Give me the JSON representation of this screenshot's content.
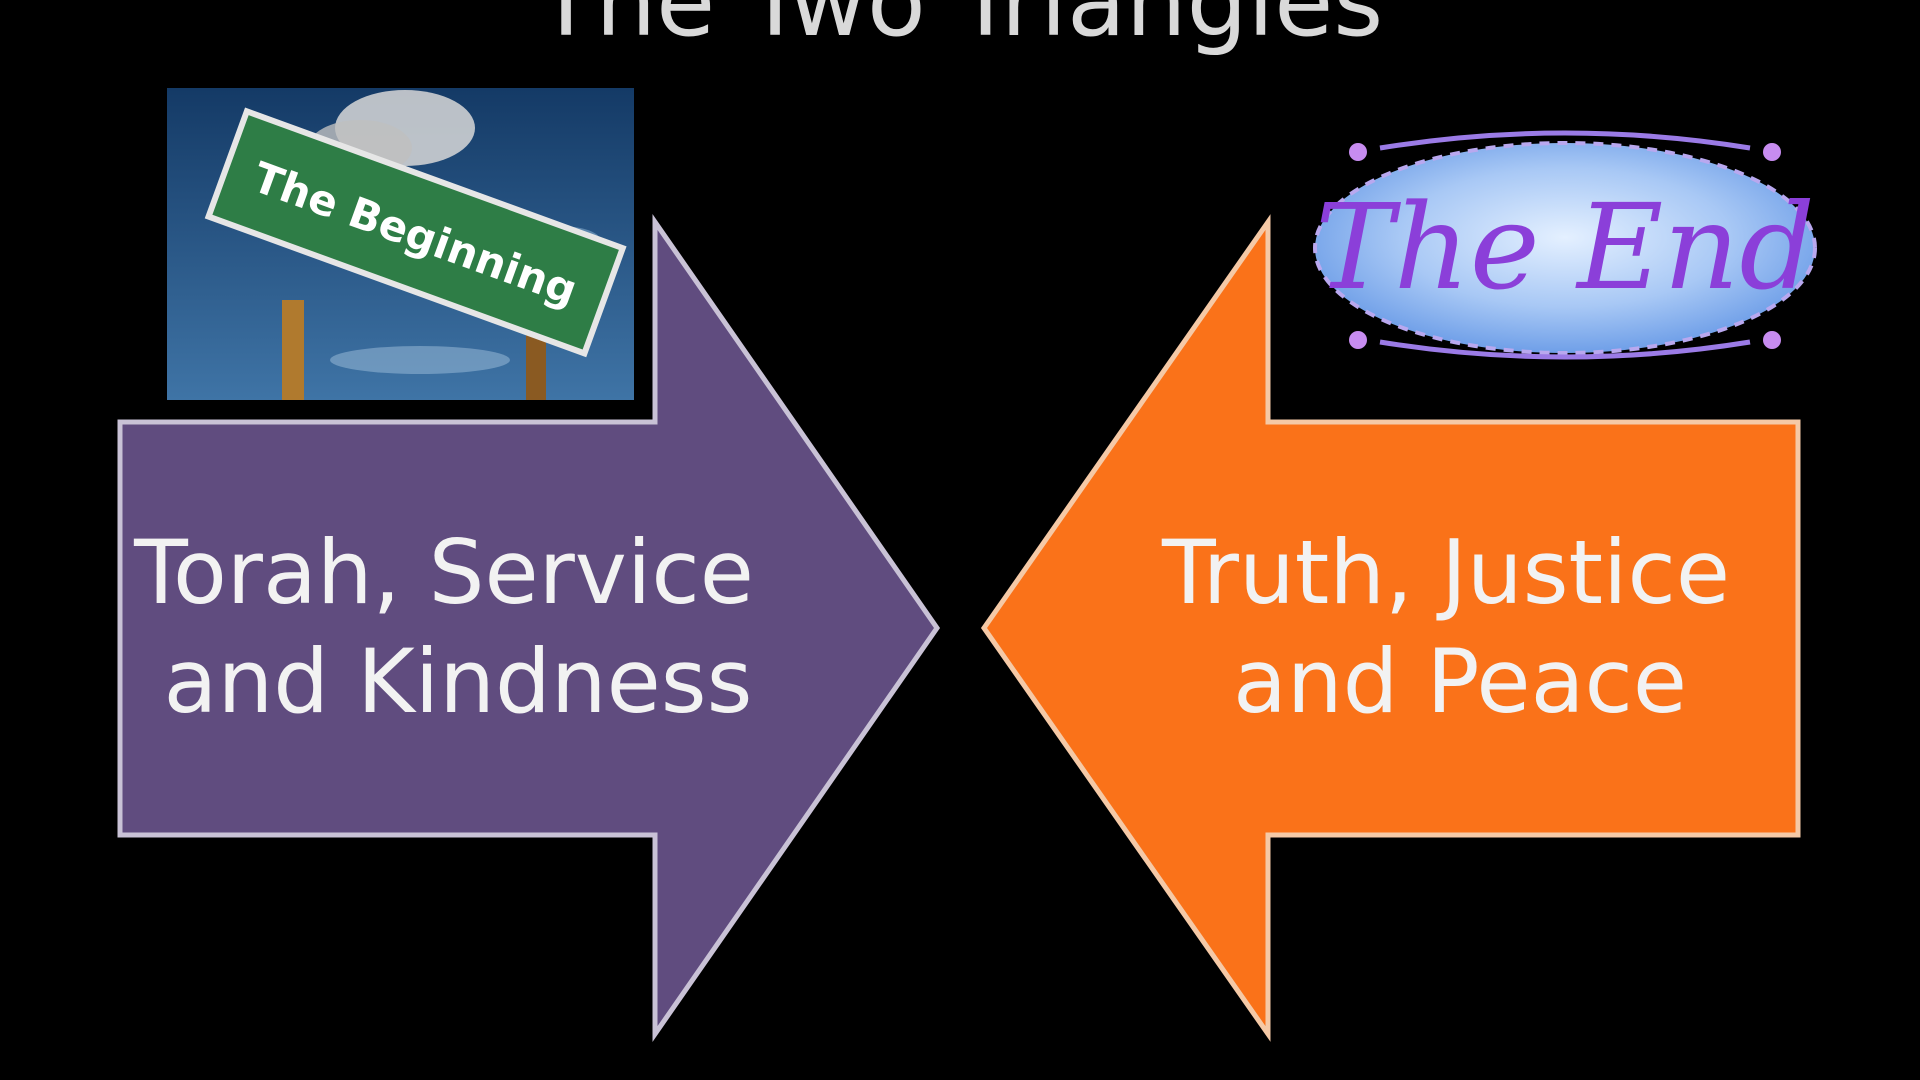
{
  "slide": {
    "title": "The Two Triangles",
    "background_color": "#000000"
  },
  "left_arrow": {
    "direction": "right",
    "color": "#604c7f",
    "lines": [
      "Torah, Service",
      "and Kindness"
    ]
  },
  "right_arrow": {
    "direction": "left",
    "color": "#fa7219",
    "lines": [
      "Truth, Justice",
      "and Peace"
    ]
  },
  "begin_image": {
    "sign_text": "The Beginning",
    "sign_color": "#2e7d46",
    "sky_color": "#1f4e7a"
  },
  "end_image": {
    "text": "The End",
    "text_color": "#8b3fd9",
    "oval_color": "#a8c8f5"
  }
}
